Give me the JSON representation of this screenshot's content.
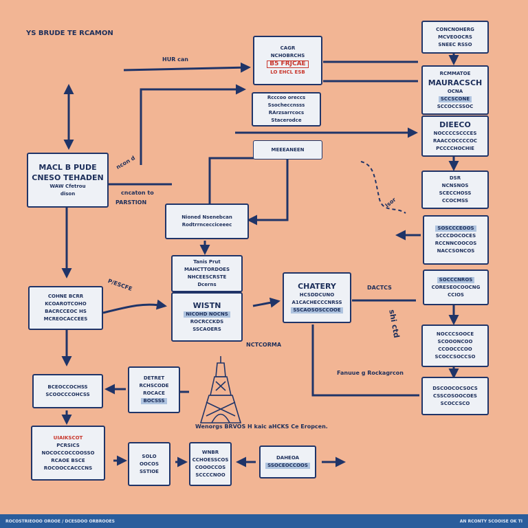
{
  "title": "YS BRUDE TE RCAMON",
  "labels": {
    "l1": "HUR can",
    "l2": "ncon d",
    "l3": "cncaton to",
    "l4": "PARSTION",
    "l5": "P/ESCFE",
    "l6": "DACTCS",
    "l7": "lsor",
    "l8": "NCTCORMA",
    "l9": "Fanuue g Rockagrcon",
    "l10": "shi ctd",
    "caption": "Wenorgs BRVOS H kaic aHCKS Ce Eropcen."
  },
  "boxes": {
    "b_top_left": {
      "line1": "CAGR",
      "line2": "NCHOBRCHS",
      "line3": "B5 FRJCAE",
      "line4": "LO EHCL ESB"
    },
    "b_mid_top": {
      "line1": "Rcccoo oreccs",
      "line2": "Ssocheccnsss",
      "line3": "RArzsarrcocs",
      "line4": "Stacerodce"
    },
    "b_banner": {
      "line1": "MEEEANEEN"
    },
    "b_main": {
      "line1": "MACL B PUDE",
      "line2": "CNESO TEHADEN",
      "line3": "WAW Cfetrou",
      "line4": "dison"
    },
    "b_center1": {
      "line1": "Nioned Nsenebcan",
      "line2": "Rodtrrncecciceeec"
    },
    "b_center2": {
      "line1": "Tanis Prut",
      "line2": "MAHCTTORDOES",
      "line3": "NHCEESCRSTE",
      "line4": "Dcerns"
    },
    "b_wistn": {
      "line1": "WISTN",
      "line2": "NICOHD NOCNS",
      "line3": "ROCRCCKDS",
      "line4": "SSCAOERS"
    },
    "b_chatery": {
      "line1": "CHATERY",
      "line2": "HCSDDCUNO",
      "line3": "A1CACHECCCNRSS",
      "line4": "SSCAOSOSCCOOE"
    },
    "b_left1": {
      "line1": "COHNE BCRR",
      "line2": "KCOAROTCOHO",
      "line3": "BACRCCEOC HS",
      "line4": "MCREOCACCEES"
    },
    "b_left2": {
      "line1": "BCEOCCOCHSS",
      "line2": "SCOOCCCOHCSS"
    },
    "b_left3": {
      "line1": "UIAIKSCOT",
      "line2": "PCRSICS",
      "line3": "NOCOCCOCCOOSSO",
      "line4": "RCAOE BSCE",
      "line5": "ROCOOCCACCCNS"
    },
    "b_detret": {
      "line1": "DETRET",
      "line2": "RCHSCODE",
      "line3": "ROCACE",
      "line4": "BOCSSS"
    },
    "b_bottom1": {
      "line1": "SOLO",
      "line2": "OOCOS",
      "line3": "SSTIOE"
    },
    "b_bottom2": {
      "line1": "WNBR",
      "line2": "CCHOESSCOS",
      "line3": "COOOCCOS",
      "line4": "SCCCCNOO"
    },
    "b_bottom3": {
      "line1": "DAHEOA",
      "line2": "SSOCEOCCOOS"
    },
    "b_right1": {
      "line1": "CONCNOHERG",
      "line2": "MCVEOOCRS",
      "line3": "SNEEC RSSO"
    },
    "b_right2": {
      "line1": "RCMMATOE",
      "line2": "MAURACSCH",
      "line3": "OCNA",
      "line4": "SCCSCONE",
      "line5": "SCCOCCSSOC"
    },
    "b_right3": {
      "line1": "DIEECO",
      "line2": "NOCCCCSCCCES",
      "line3": "RAACCOCCCCOC",
      "line4": "PCCCCHOCHIE"
    },
    "b_right4": {
      "line1": "DSR",
      "line2": "NCNSNOS",
      "line3": "SCECCHOSS",
      "line4": "CCOCMSS"
    },
    "b_right5": {
      "line1": "SOSCCCEOOS",
      "line2": "SCCCDOCOCES",
      "line3": "RCCNNCOOCOS",
      "line4": "NACCSONCOS"
    },
    "b_right6": {
      "line1": "SOCCCNROS",
      "line2": "CORESEOCOOCNG",
      "line3": "CCIOS"
    },
    "b_right7": {
      "line1": "NOCCCSOOCE",
      "line2": "SCOOONCOO",
      "line3": "CCOOCCCOO",
      "line4": "SCOCCSOCCSO"
    },
    "b_right8": {
      "line1": "DSCOOCOCSOCS",
      "line2": "CSSCOSOOCOES",
      "line3": "SCOCCSCO"
    }
  },
  "footer": {
    "left": "ROCOSTRIEOOO OROOE / DCESDOO ORBROOES",
    "right": "AN RCONTY SCOOISE OK TI"
  },
  "colors": {
    "background": "#f2b594",
    "box_fill": "#eef1f6",
    "line": "#1f3468",
    "accent_red": "#c8352b",
    "footer": "#2a5d9c"
  }
}
